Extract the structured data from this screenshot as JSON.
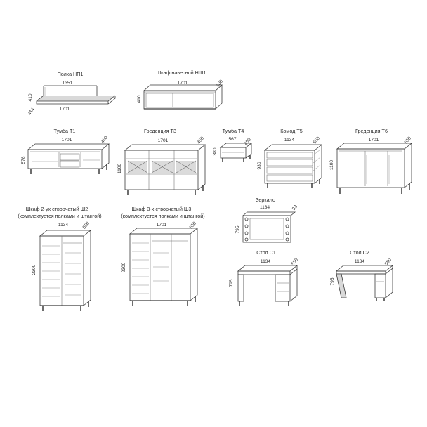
{
  "items": {
    "polka_np1": {
      "title": "Полка НП1",
      "dims": [
        "1351",
        "1701",
        "410",
        "414"
      ]
    },
    "shkaf_nsh1": {
      "title": "Шкаф навесной НШ1",
      "dims": [
        "1701",
        "300",
        "410"
      ]
    },
    "tumba_t1": {
      "title": "Тумба Т1",
      "dims": [
        "1701",
        "450",
        "578"
      ]
    },
    "gredentsia_t3": {
      "title": "Греденция Т3",
      "dims": [
        "1701",
        "450",
        "1100"
      ]
    },
    "tumba_t4": {
      "title": "Тумба Т4",
      "dims": [
        "567",
        "450",
        "380"
      ]
    },
    "komod_t5": {
      "title": "Комод Т5",
      "dims": [
        "1134",
        "550",
        "930"
      ]
    },
    "gredentsia_t6": {
      "title": "Греденция Т6",
      "dims": [
        "1701",
        "550",
        "1100"
      ]
    },
    "shkaf_sh2": {
      "title": "Шкаф 2-ух створчатый Ш2",
      "subtitle": "(комплектуется полками и штангой)",
      "dims": [
        "1134",
        "550",
        "2300"
      ]
    },
    "shkaf_sh3": {
      "title": "Шкаф 3-х створчатый Ш3",
      "subtitle": "(комплектуется полками и штангой)",
      "dims": [
        "1701",
        "550",
        "2300"
      ]
    },
    "zerkalo": {
      "title": "Зеркало",
      "dims": [
        "1134",
        "93",
        "795"
      ]
    },
    "stol_s1": {
      "title": "Стол С1",
      "dims": [
        "1134",
        "550",
        "795"
      ]
    },
    "stol_s2": {
      "title": "Стол С2",
      "dims": [
        "1134",
        "550",
        "795"
      ]
    }
  }
}
